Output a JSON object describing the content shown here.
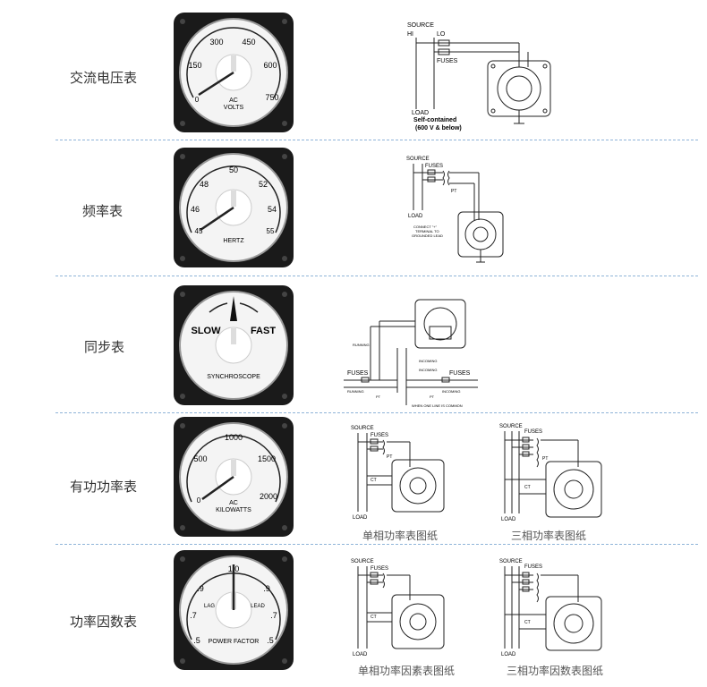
{
  "rows": [
    {
      "label": "交流电压表",
      "meter": {
        "scale": [
          "150",
          "300",
          "450",
          "600",
          "750"
        ],
        "zero": "0",
        "unit_line1": "AC",
        "unit_line2": "VOLTS"
      },
      "diagram": {
        "source": "SOURCE",
        "hi": "HI",
        "lo": "LO",
        "fuses": "FUSES",
        "load": "LOAD",
        "note_line1": "Self-contained",
        "note_line2": "(600 V & below)"
      }
    },
    {
      "label": "频率表",
      "meter": {
        "scale": [
          "46",
          "48",
          "50",
          "52",
          "54",
          "55"
        ],
        "zero": "45",
        "unit_line1": "HERTZ"
      },
      "diagram": {
        "source": "SOURCE",
        "fuses": "FUSES",
        "pt": "PT",
        "load": "LOAD",
        "note_line1": "CONNECT \"+\"",
        "note_line2": "TERMINAL TO",
        "note_line3": "GROUNDED LEAD"
      }
    },
    {
      "label": "同步表",
      "meter": {
        "slow": "SLOW",
        "fast": "FAST",
        "unit_line1": "SYNCHROSCOPE"
      },
      "diagram": {
        "running": "RUNNING",
        "incoming": "INCOMING",
        "fuses": "FUSES",
        "pt": "PT",
        "note": "WHEN ONE LINE IS COMMON"
      }
    },
    {
      "label": "有功功率表",
      "meter": {
        "scale": [
          "500",
          "1000",
          "1500",
          "2000"
        ],
        "zero": "0",
        "unit_line1": "AC",
        "unit_line2": "KILOWATTS"
      },
      "diagrams": [
        {
          "source": "SOURCE",
          "fuses": "FUSES",
          "pt": "PT",
          "ct": "CT",
          "load": "LOAD",
          "caption": "单相功率表图纸"
        },
        {
          "source": "SOURCE",
          "fuses": "FUSES",
          "pt": "PT",
          "ct": "CT",
          "load": "LOAD",
          "caption": "三相功率表图纸"
        }
      ]
    },
    {
      "label": "功率因数表",
      "meter": {
        "scale_left": [
          ".9",
          ".7",
          ".5"
        ],
        "scale_right": [
          ".9",
          ".7",
          ".5"
        ],
        "top": "1.0",
        "lag": "LAG",
        "lead": "LEAD",
        "unit_line1": "POWER FACTOR"
      },
      "diagrams": [
        {
          "source": "SOURCE",
          "fuses": "FUSES",
          "ct": "CT",
          "load": "LOAD",
          "caption": "单相功率因素表图纸"
        },
        {
          "source": "SOURCE",
          "fuses": "FUSES",
          "ct": "CT",
          "load": "LOAD",
          "caption": "三相功率因数表图纸"
        }
      ]
    }
  ]
}
